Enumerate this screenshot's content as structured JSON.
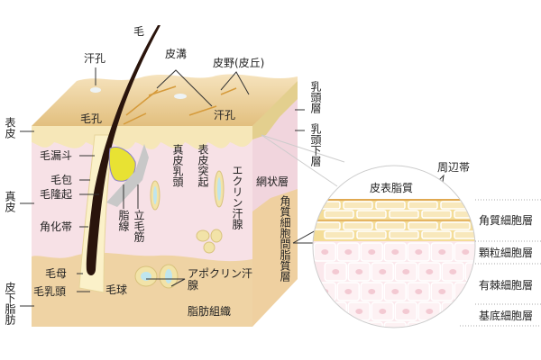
{
  "labels": {
    "hair": "毛",
    "sweat_pore_top": "汗孔",
    "skin_groove": "皮溝",
    "skin_hill": "皮野(皮丘)",
    "hair_pore": "毛孔",
    "sweat_pore_right": "汗孔",
    "epidermis": "表皮",
    "dermis": "真皮",
    "subcutaneous_fat": "皮下脂肪",
    "infundibulum": "毛漏斗",
    "hair_follicle": "毛包",
    "bulge": "毛隆起",
    "keratogenous_zone": "角化帯",
    "hair_matrix": "毛母",
    "dermal_papilla_hair": "毛乳頭",
    "hair_bulb": "毛球",
    "sebaceous_gland": "脂線",
    "arrector_pili": "立毛筋",
    "dermal_papilla": "真皮乳頭",
    "rete_ridge": "表皮突起",
    "eccrine_gland": "エクリン汗腺",
    "apocrine_gland": "アポクリン汗腺",
    "adipose_tissue": "脂肪組織",
    "reticular_layer": "網状層",
    "intercellular_lipid": "角質細胞間脂質層",
    "papillary_layer": "乳頭層",
    "subpapillary_layer": "乳頭下層",
    "surface_lipid": "皮表脂質",
    "cell_envelope": "周辺帯",
    "stratum_corneum": "角質細胞層",
    "stratum_granulosum": "顆粒細胞層",
    "stratum_spinosum": "有棘細胞層",
    "stratum_basale": "基底細胞層"
  },
  "colors": {
    "epidermis": "#e8c98a",
    "dermis": "#f7e1e6",
    "fat": "#efd3a4",
    "hair": "#2a140c",
    "sebaceous": "#e8e233"
  }
}
